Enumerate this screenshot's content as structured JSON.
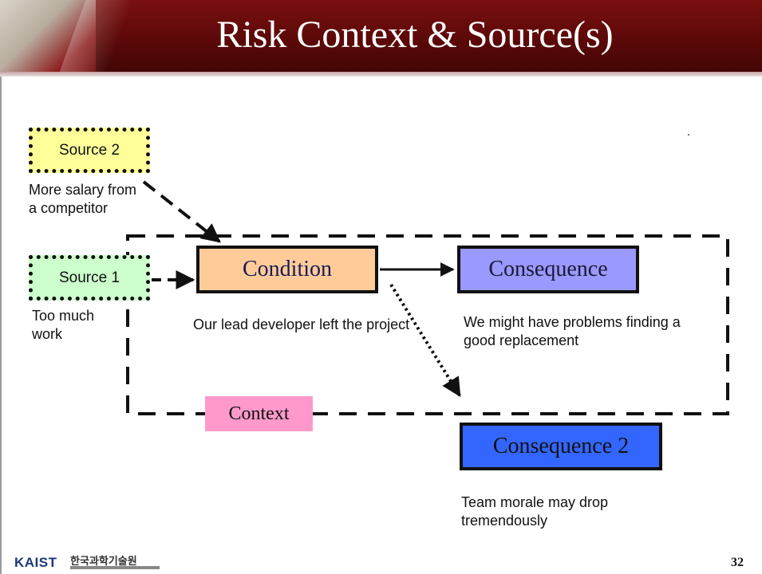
{
  "slide": {
    "title": "Risk Context & Source(s)",
    "page_number": "32"
  },
  "sources": [
    {
      "label": "Source 2",
      "note": "More salary from a competitor",
      "color": "#ffff99"
    },
    {
      "label": "Source 1",
      "note": "Too much work",
      "color": "#ccffcc"
    }
  ],
  "condition": {
    "label": "Condition",
    "note": "Our lead developer left the project",
    "color": "#ffcc99"
  },
  "consequence": {
    "label": "Consequence",
    "note": "We might have problems finding a good replacement",
    "color": "#9999ff"
  },
  "consequence2": {
    "label": "Consequence 2",
    "note": "Team morale may drop tremendously",
    "color": "#3366ff"
  },
  "context": {
    "label": "Context",
    "color": "#ff99cc"
  },
  "footer": {
    "logo": "KAIST",
    "institute": "한국과학기술원"
  }
}
